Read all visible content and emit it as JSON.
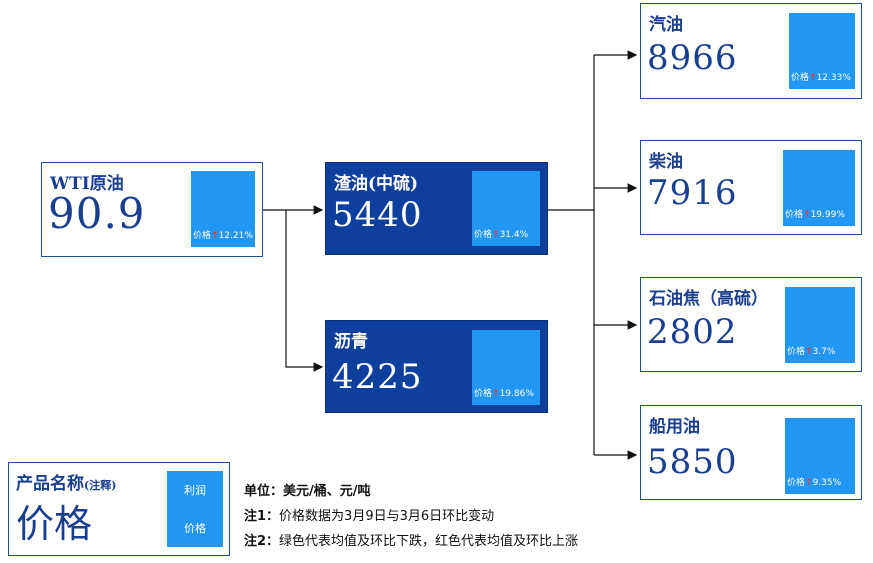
{
  "nodes": {
    "wti": {
      "name": "WTI原油",
      "value": "90.9",
      "price_label": "价格",
      "change": "12.21%"
    },
    "residue": {
      "name": "渣油(中硫)",
      "value": "5440",
      "price_label": "价格",
      "change": "31.4%"
    },
    "asphalt": {
      "name": "沥青",
      "value": "4225",
      "price_label": "价格",
      "change": "19.86%"
    },
    "gasoline": {
      "name": "汽油",
      "value": "8966",
      "price_label": "价格",
      "change": "12.33%"
    },
    "diesel": {
      "name": "柴油",
      "value": "7916",
      "price_label": "价格",
      "change": "19.99%"
    },
    "coke": {
      "name": "石油焦（高硫）",
      "value": "2802",
      "price_label": "价格",
      "change": "3.7%"
    },
    "marine": {
      "name": "船用油",
      "value": "5850",
      "price_label": "价格",
      "change": "9.35%"
    }
  },
  "up_arrow": "↑",
  "legend": {
    "name": "产品名称",
    "note": "(注释)",
    "value": "价格",
    "swatch_top": "利润",
    "swatch_bottom": "价格"
  },
  "notes": {
    "unit": "单位：美元/桶、元/吨",
    "note1_label": "注1：",
    "note1_text": "价格数据为3月9日与3月6日环比变动",
    "note2_label": "注2：",
    "note2_text": "绿色代表均值及环比下跌，红色代表均值及环比上涨"
  },
  "colors": {
    "dark_node": "#0f3f9c",
    "accent_blue": "#2196f3",
    "text_blue": "#1b3f8f",
    "up_red": "#e53935"
  }
}
